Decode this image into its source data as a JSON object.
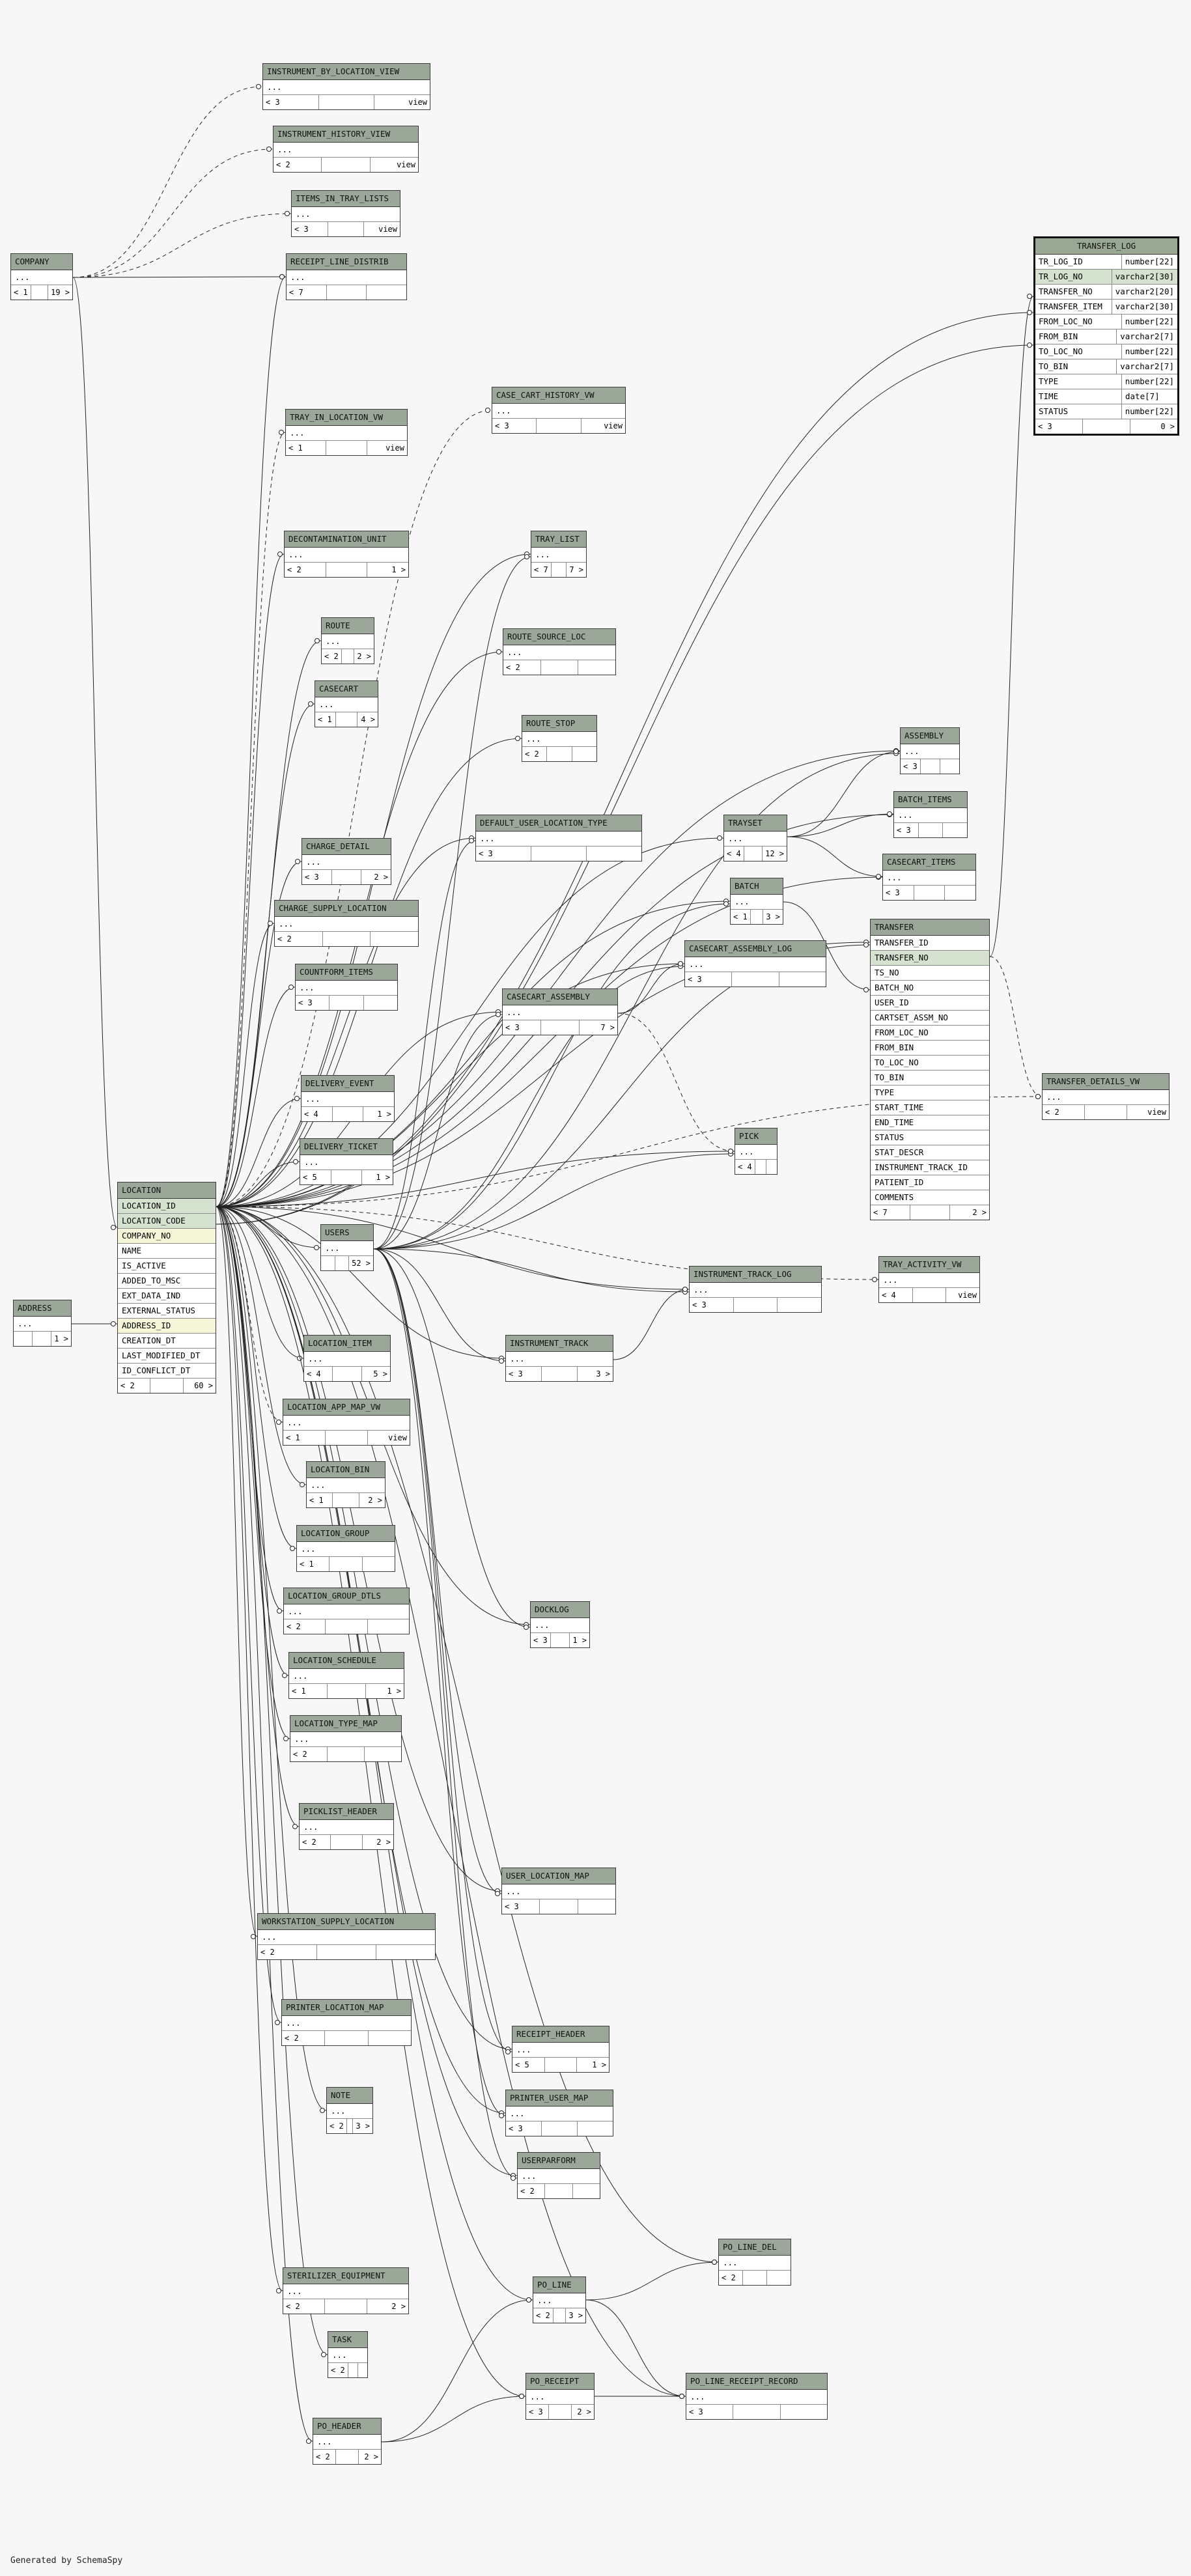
{
  "credit": "Generated by SchemaSpy",
  "tables": [
    {
      "id": "INSTRUMENT_BY_LOCATION_VIEW",
      "name": "INSTRUMENT_BY_LOCATION_VIEW",
      "rows": [
        "..."
      ],
      "foot": [
        "< 3",
        "",
        "view"
      ]
    },
    {
      "id": "INSTRUMENT_HISTORY_VIEW",
      "name": "INSTRUMENT_HISTORY_VIEW",
      "rows": [
        "..."
      ],
      "foot": [
        "< 2",
        "",
        "view"
      ]
    },
    {
      "id": "ITEMS_IN_TRAY_LISTS",
      "name": "ITEMS_IN_TRAY_LISTS",
      "rows": [
        "..."
      ],
      "foot": [
        "< 3",
        "",
        "view"
      ]
    },
    {
      "id": "COMPANY",
      "name": "COMPANY",
      "rows": [
        "..."
      ],
      "foot": [
        "< 1",
        "",
        "19 >"
      ]
    },
    {
      "id": "RECEIPT_LINE_DISTRIB",
      "name": "RECEIPT_LINE_DISTRIB",
      "rows": [
        "..."
      ],
      "foot": [
        "< 7",
        "",
        ""
      ]
    },
    {
      "id": "CASE_CART_HISTORY_VW",
      "name": "CASE_CART_HISTORY_VW",
      "rows": [
        "..."
      ],
      "foot": [
        "< 3",
        "",
        "view"
      ]
    },
    {
      "id": "TRAY_IN_LOCATION_VW",
      "name": "TRAY_IN_LOCATION_VW",
      "rows": [
        "..."
      ],
      "foot": [
        "< 1",
        "",
        "view"
      ]
    },
    {
      "id": "DECONTAMINATION_UNIT",
      "name": "DECONTAMINATION_UNIT",
      "rows": [
        "..."
      ],
      "foot": [
        "< 2",
        "",
        "1 >"
      ]
    },
    {
      "id": "TRAY_LIST",
      "name": "TRAY_LIST",
      "rows": [
        "..."
      ],
      "foot": [
        "< 7",
        "",
        "7 >"
      ]
    },
    {
      "id": "ROUTE",
      "name": "ROUTE",
      "rows": [
        "..."
      ],
      "foot": [
        "< 2",
        "",
        "2 >"
      ]
    },
    {
      "id": "ROUTE_SOURCE_LOC",
      "name": "ROUTE_SOURCE_LOC",
      "rows": [
        "..."
      ],
      "foot": [
        "< 2",
        "",
        ""
      ]
    },
    {
      "id": "CASECART",
      "name": "CASECART",
      "rows": [
        "..."
      ],
      "foot": [
        "< 1",
        "",
        "4 >"
      ]
    },
    {
      "id": "ROUTE_STOP",
      "name": "ROUTE_STOP",
      "rows": [
        "..."
      ],
      "foot": [
        "< 2",
        "",
        ""
      ]
    },
    {
      "id": "ASSEMBLY",
      "name": "ASSEMBLY",
      "rows": [
        "..."
      ],
      "foot": [
        "< 3",
        "",
        ""
      ]
    },
    {
      "id": "BATCH_ITEMS",
      "name": "BATCH_ITEMS",
      "rows": [
        "..."
      ],
      "foot": [
        "< 3",
        "",
        ""
      ]
    },
    {
      "id": "DEFAULT_USER_LOCATION_TYPE",
      "name": "DEFAULT_USER_LOCATION_TYPE",
      "rows": [
        "..."
      ],
      "foot": [
        "< 3",
        "",
        ""
      ]
    },
    {
      "id": "TRAYSET",
      "name": "TRAYSET",
      "rows": [
        "..."
      ],
      "foot": [
        "< 4",
        "",
        "12 >"
      ]
    },
    {
      "id": "CHARGE_DETAIL",
      "name": "CHARGE_DETAIL",
      "rows": [
        "..."
      ],
      "foot": [
        "< 3",
        "",
        "2 >"
      ]
    },
    {
      "id": "CASECART_ITEMS",
      "name": "CASECART_ITEMS",
      "rows": [
        "..."
      ],
      "foot": [
        "< 3",
        "",
        ""
      ]
    },
    {
      "id": "BATCH",
      "name": "BATCH",
      "rows": [
        "..."
      ],
      "foot": [
        "< 1",
        "",
        "3 >"
      ]
    },
    {
      "id": "CHARGE_SUPPLY_LOCATION",
      "name": "CHARGE_SUPPLY_LOCATION",
      "rows": [
        "..."
      ],
      "foot": [
        "< 2",
        "",
        ""
      ]
    },
    {
      "id": "CASECART_ASSEMBLY_LOG",
      "name": "CASECART_ASSEMBLY_LOG",
      "rows": [
        "..."
      ],
      "foot": [
        "< 3",
        "",
        ""
      ]
    },
    {
      "id": "COUNTFORM_ITEMS",
      "name": "COUNTFORM_ITEMS",
      "rows": [
        "..."
      ],
      "foot": [
        "< 3",
        "",
        ""
      ]
    },
    {
      "id": "CASECART_ASSEMBLY",
      "name": "CASECART_ASSEMBLY",
      "rows": [
        "..."
      ],
      "foot": [
        "< 3",
        "",
        "7 >"
      ]
    },
    {
      "id": "DELIVERY_EVENT",
      "name": "DELIVERY_EVENT",
      "rows": [
        "..."
      ],
      "foot": [
        "< 4",
        "",
        "1 >"
      ]
    },
    {
      "id": "PICK",
      "name": "PICK",
      "rows": [
        "..."
      ],
      "foot": [
        "< 4",
        "",
        ""
      ]
    },
    {
      "id": "DELIVERY_TICKET",
      "name": "DELIVERY_TICKET",
      "rows": [
        "..."
      ],
      "foot": [
        "< 5",
        "",
        "1 >"
      ]
    },
    {
      "id": "USERS",
      "name": "USERS",
      "rows": [
        "..."
      ],
      "foot": [
        "",
        "",
        "52 >"
      ]
    },
    {
      "id": "INSTRUMENT_TRACK_LOG",
      "name": "INSTRUMENT_TRACK_LOG",
      "rows": [
        "..."
      ],
      "foot": [
        "< 3",
        "",
        ""
      ]
    },
    {
      "id": "TRAY_ACTIVITY_VW",
      "name": "TRAY_ACTIVITY_VW",
      "rows": [
        "..."
      ],
      "foot": [
        "< 4",
        "",
        "view"
      ]
    },
    {
      "id": "ADDRESS",
      "name": "ADDRESS",
      "rows": [
        "..."
      ],
      "foot": [
        "",
        "",
        "1 >"
      ]
    },
    {
      "id": "LOCATION_ITEM",
      "name": "LOCATION_ITEM",
      "rows": [
        "..."
      ],
      "foot": [
        "< 4",
        "",
        "5 >"
      ]
    },
    {
      "id": "INSTRUMENT_TRACK",
      "name": "INSTRUMENT_TRACK",
      "rows": [
        "..."
      ],
      "foot": [
        "< 3",
        "",
        "3 >"
      ]
    },
    {
      "id": "LOCATION_APP_MAP_VW",
      "name": "LOCATION_APP_MAP_VW",
      "rows": [
        "..."
      ],
      "foot": [
        "< 1",
        "",
        "view"
      ]
    },
    {
      "id": "LOCATION_BIN",
      "name": "LOCATION_BIN",
      "rows": [
        "..."
      ],
      "foot": [
        "< 1",
        "",
        "2 >"
      ]
    },
    {
      "id": "LOCATION_GROUP",
      "name": "LOCATION_GROUP",
      "rows": [
        "..."
      ],
      "foot": [
        "< 1",
        "",
        ""
      ]
    },
    {
      "id": "LOCATION_GROUP_DTLS",
      "name": "LOCATION_GROUP_DTLS",
      "rows": [
        "..."
      ],
      "foot": [
        "< 2",
        "",
        ""
      ]
    },
    {
      "id": "DOCKLOG",
      "name": "DOCKLOG",
      "rows": [
        "..."
      ],
      "foot": [
        "< 3",
        "",
        "1 >"
      ]
    },
    {
      "id": "LOCATION_SCHEDULE",
      "name": "LOCATION_SCHEDULE",
      "rows": [
        "..."
      ],
      "foot": [
        "< 1",
        "",
        "1 >"
      ]
    },
    {
      "id": "LOCATION_TYPE_MAP",
      "name": "LOCATION_TYPE_MAP",
      "rows": [
        "..."
      ],
      "foot": [
        "< 2",
        "",
        ""
      ]
    },
    {
      "id": "PICKLIST_HEADER",
      "name": "PICKLIST_HEADER",
      "rows": [
        "..."
      ],
      "foot": [
        "< 2",
        "",
        "2 >"
      ]
    },
    {
      "id": "USER_LOCATION_MAP",
      "name": "USER_LOCATION_MAP",
      "rows": [
        "..."
      ],
      "foot": [
        "< 3",
        "",
        ""
      ]
    },
    {
      "id": "WORKSTATION_SUPPLY_LOCATION",
      "name": "WORKSTATION_SUPPLY_LOCATION",
      "rows": [
        "..."
      ],
      "foot": [
        "< 2",
        "",
        ""
      ]
    },
    {
      "id": "PRINTER_LOCATION_MAP",
      "name": "PRINTER_LOCATION_MAP",
      "rows": [
        "..."
      ],
      "foot": [
        "< 2",
        "",
        ""
      ]
    },
    {
      "id": "RECEIPT_HEADER",
      "name": "RECEIPT_HEADER",
      "rows": [
        "..."
      ],
      "foot": [
        "< 5",
        "",
        "1 >"
      ]
    },
    {
      "id": "NOTE",
      "name": "NOTE",
      "rows": [
        "..."
      ],
      "foot": [
        "< 2",
        "",
        "3 >"
      ]
    },
    {
      "id": "PRINTER_USER_MAP",
      "name": "PRINTER_USER_MAP",
      "rows": [
        "..."
      ],
      "foot": [
        "< 3",
        "",
        ""
      ]
    },
    {
      "id": "USERPARFORM",
      "name": "USERPARFORM",
      "rows": [
        "..."
      ],
      "foot": [
        "< 2",
        "",
        ""
      ]
    },
    {
      "id": "PO_LINE_DEL",
      "name": "PO_LINE_DEL",
      "rows": [
        "..."
      ],
      "foot": [
        "< 2",
        "",
        ""
      ]
    },
    {
      "id": "STERILIZER_EQUIPMENT",
      "name": "STERILIZER_EQUIPMENT",
      "rows": [
        "..."
      ],
      "foot": [
        "< 2",
        "",
        "2 >"
      ]
    },
    {
      "id": "PO_LINE",
      "name": "PO_LINE",
      "rows": [
        "..."
      ],
      "foot": [
        "< 2",
        "",
        "3 >"
      ]
    },
    {
      "id": "TASK",
      "name": "TASK",
      "rows": [
        "..."
      ],
      "foot": [
        "< 2",
        "",
        ""
      ]
    },
    {
      "id": "PO_RECEIPT",
      "name": "PO_RECEIPT",
      "rows": [
        "..."
      ],
      "foot": [
        "< 3",
        "",
        "2 >"
      ]
    },
    {
      "id": "PO_LINE_RECEIPT_RECORD",
      "name": "PO_LINE_RECEIPT_RECORD",
      "rows": [
        "..."
      ],
      "foot": [
        "< 3",
        "",
        ""
      ]
    },
    {
      "id": "PO_HEADER",
      "name": "PO_HEADER",
      "rows": [
        "..."
      ],
      "foot": [
        "< 2",
        "",
        "2 >"
      ]
    },
    {
      "id": "TRANSFER_DETAILS_VW",
      "name": "TRANSFER_DETAILS_VW",
      "rows": [
        "..."
      ],
      "foot": [
        "< 2",
        "",
        "view"
      ]
    },
    {
      "id": "LOCATION",
      "name": "LOCATION",
      "rows": [
        "LOCATION_ID",
        "LOCATION_CODE",
        "COMPANY_NO",
        "NAME",
        "IS_ACTIVE",
        "ADDED_TO_MSC",
        "EXT_DATA_IND",
        "EXTERNAL_STATUS",
        "ADDRESS_ID",
        "CREATION_DT",
        "LAST_MODIFIED_DT",
        "ID_CONFLICT_DT"
      ],
      "keys": [
        0,
        1
      ],
      "fkeys": [
        2,
        8
      ],
      "foot": [
        "< 2",
        "",
        "60 >"
      ]
    },
    {
      "id": "TRANSFER",
      "name": "TRANSFER",
      "rows": [
        "TRANSFER_ID",
        "TRANSFER_NO",
        "TS_NO",
        "BATCH_NO",
        "USER_ID",
        "CARTSET_ASSM_NO",
        "FROM_LOC_NO",
        "FROM_BIN",
        "TO_LOC_NO",
        "TO_BIN",
        "TYPE",
        "START_TIME",
        "END_TIME",
        "STATUS",
        "STAT_DESCR",
        "INSTRUMENT_TRACK_ID",
        "PATIENT_ID",
        "COMMENTS"
      ],
      "keys": [
        1
      ],
      "fkeys": [],
      "foot": [
        "< 7",
        "",
        "2 >"
      ]
    }
  ],
  "transfer_log": {
    "name": "TRANSFER_LOG",
    "rows": [
      [
        "TR_LOG_ID",
        "number[22]"
      ],
      [
        "TR_LOG_NO",
        "varchar2[30]"
      ],
      [
        "TRANSFER_NO",
        "varchar2[20]"
      ],
      [
        "TRANSFER_ITEM",
        "varchar2[30]"
      ],
      [
        "FROM_LOC_NO",
        "number[22]"
      ],
      [
        "FROM_BIN",
        "varchar2[7]"
      ],
      [
        "TO_LOC_NO",
        "number[22]"
      ],
      [
        "TO_BIN",
        "varchar2[7]"
      ],
      [
        "TYPE",
        "number[22]"
      ],
      [
        "TIME",
        "date[7]"
      ],
      [
        "STATUS",
        "number[22]"
      ]
    ],
    "keys": [
      1
    ],
    "foot": [
      "< 3",
      "",
      "0 >"
    ]
  }
}
